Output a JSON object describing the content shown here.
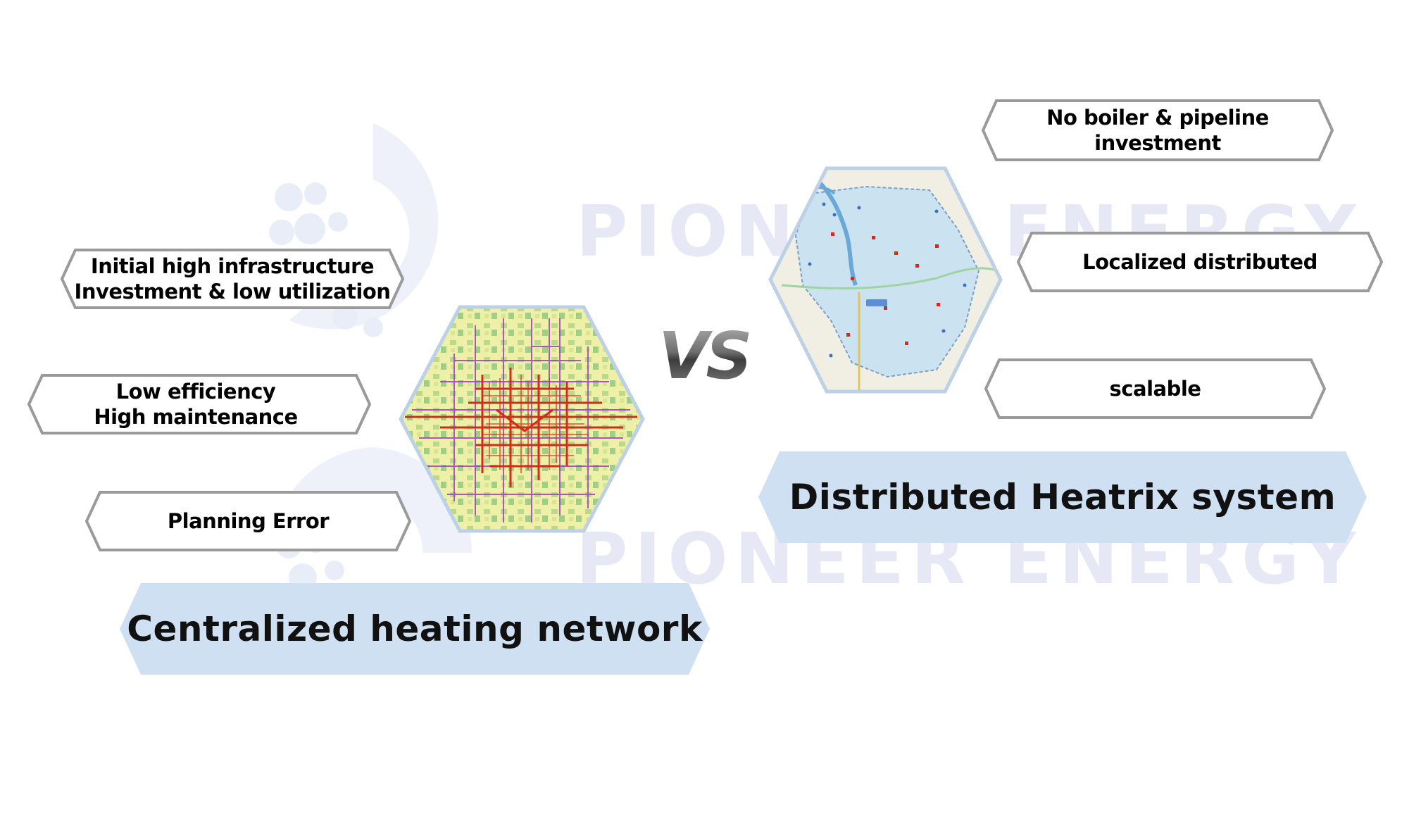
{
  "watermark": {
    "text": "PIONEER ENERGY"
  },
  "vs_label": "VS",
  "left": {
    "banner": "Centralized heating network",
    "features": [
      {
        "lines": [
          "Initial high infrastructure",
          "Investment & low utilization"
        ]
      },
      {
        "lines": [
          "Low efficiency",
          "High maintenance"
        ]
      },
      {
        "lines": [
          "Planning Error"
        ]
      }
    ],
    "map": {
      "kind": "dense city heating-pipe network map"
    }
  },
  "right": {
    "banner": "Distributed Heatrix system",
    "features": [
      {
        "lines": [
          "No boiler & pipeline",
          "investment"
        ]
      },
      {
        "lines": [
          "Localized distributed"
        ]
      },
      {
        "lines": [
          "scalable"
        ]
      }
    ],
    "map": {
      "kind": "county map with scattered heating stations"
    }
  },
  "colors": {
    "banner_fill": "#cfe0f3",
    "pill_border": "#9a9a9a",
    "hex_border": "#bcd0e6",
    "pipe_red": "#d42a1c",
    "pipe_purple": "#9b3fc1",
    "watermark": "#e6e8f6"
  }
}
